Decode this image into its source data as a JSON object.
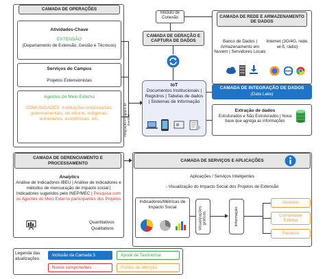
{
  "operacoes": {
    "title": "CAMADA DE OPERAÇÕES",
    "atividades_title": "Atividades-Chave",
    "extensao_label": "EXTENSÃO",
    "extensao_desc": "(Departamento de Extensão, Gestão e Técnicos)",
    "servicos_title": "Serviços do Campus",
    "projetos": "Projetos Extensionistas",
    "agentes_title": "Agentes do Meio Externo",
    "comunidades": "COMUNIDADES: Instituições empresariais, governamentais, do ensino, indígenas, vulneráveis, econômicas, etc."
  },
  "modulo_conexao": "Módulo de Conexão",
  "geracao": {
    "title": "CAMADA DE GERAÇÃO E CAPTURA DE DADOS"
  },
  "iot": {
    "title": "IoT",
    "desc": "Documentos Institucionais | Registros | Tabelas de dados | Sistemas de Informação",
    "side_label": "Integração e Captura de Eventos"
  },
  "rede": {
    "title": "CAMADA DE REDE E ARMAZENAMENTO DE DADOS",
    "banco": "Banco de Dados | Armazenamento em Nuvem | Servidores Locais",
    "internet": "Internet (3G/4G, rede, wi-fi, rádio)"
  },
  "integracao": {
    "title": "CAMADA DE INTEGRAÇÃO DE DADOS",
    "subtitle": "(Data Lake)"
  },
  "extracao": {
    "title": "Extração de dados",
    "desc": "Estruturados e Não Estruturados | Nova base que agrega as informações"
  },
  "gerenciamento": {
    "title": "CAMADA DE GERENCIAMENTO E PROCESSAMENTO",
    "analytics": "Analytics",
    "desc_black": "Análise de Indicadores IBEU | Análise de indicadores e métodos de mensuração de impacto social | Indicadores sugeridos pelo INEP/MEC |",
    "desc_red": "Pesquisa com os Agentes do Meio Externo participantes dos Projetos",
    "quant": "Quantitativos",
    "qual": "Qualitativos"
  },
  "servicos": {
    "title": "CAMADA DE SERVIÇOS E APLICAÇÕES",
    "apps": "Aplicações / Serviços Inteligentes",
    "visual": "- Visualização do Impacto Social dos Projetos de Extensão",
    "indicadores": "Indicadores/Métricas de Impacto Social",
    "visualizacoes": "Visualizações gráficas",
    "informacao": "Informação",
    "gestores": "Gestores",
    "comunidade": "Comunidade Externa",
    "parceiros": "Parceiros"
  },
  "legenda": {
    "title": "Legenda das atualizações:",
    "inclusao": "Inclusão da Camada 5",
    "ajuste": "Ajuste de Taxonomia",
    "novos": "Novos componentes",
    "pontos": "Pontos de Atenção"
  },
  "colors": {
    "blue": "#1f74c8",
    "green": "#3fa84f",
    "orange": "#f39a3a",
    "red": "#e0312d",
    "gray": "#e6e6e6"
  }
}
